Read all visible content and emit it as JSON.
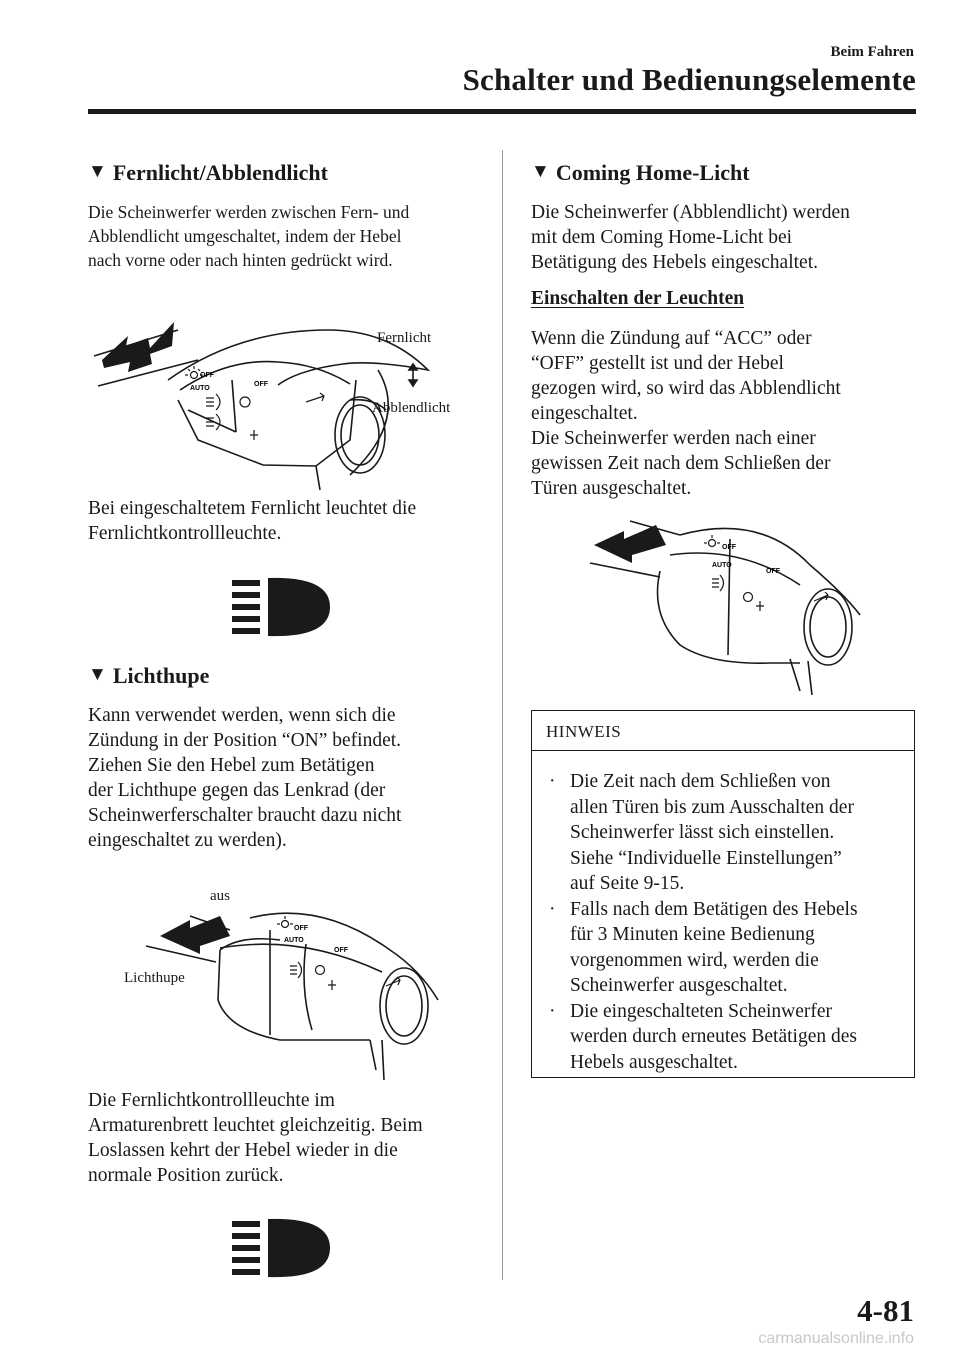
{
  "header": {
    "section": "Beim Fahren",
    "title": "Schalter und Bedienungselemente"
  },
  "left": {
    "s1_title": "Fernlicht/Abblendlicht",
    "s1_lines": [
      "Die Scheinwerfer werden zwischen Fern- und",
      "Abblendlicht umgeschaltet, indem der Hebel",
      "nach vorne oder nach hinten gedrückt wird."
    ],
    "fig1_label_top": "Fernlicht",
    "fig1_label_bottom": "Abblendlicht",
    "s1_after_lines": [
      "Bei eingeschaltetem Fernlicht leuchtet die",
      "Fernlichtkontrollleuchte."
    ],
    "s2_title": "Lichthupe",
    "s2_lines": [
      "Kann verwendet werden, wenn sich die",
      "Zündung in der Position “ON” befindet.",
      "Ziehen Sie den Hebel zum Betätigen",
      "der Lichthupe gegen das Lenkrad (der",
      "Scheinwerferschalter braucht dazu nicht",
      "eingeschaltet zu werden)."
    ],
    "fig2_label_aus": "aus",
    "fig2_label_lichthupe": "Lichthupe",
    "s2_after_lines": [
      "Die Fernlichtkontrollleuchte im",
      "Armaturenbrett leuchtet gleichzeitig. Beim",
      "Loslassen kehrt der Hebel wieder in die",
      "normale Position zurück."
    ]
  },
  "right": {
    "s3_title": "Coming Home-Licht",
    "s3_lines": [
      "Die Scheinwerfer (Abblendlicht) werden",
      "mit dem Coming Home-Licht bei",
      "Betätigung des Hebels eingeschaltet."
    ],
    "sub_title": "Einschalten der Leuchten",
    "sub_lines": [
      "Wenn die Zündung auf “ACC” oder",
      "“OFF” gestellt ist und der Hebel",
      "gezogen wird, so wird das Abblendlicht",
      "eingeschaltet.",
      "Die Scheinwerfer werden nach einer",
      "gewissen Zeit nach dem Schließen der",
      "Türen ausgeschaltet."
    ],
    "note": {
      "title": "HINWEIS",
      "bullet": "·",
      "items": [
        [
          "Die Zeit nach dem Schließen von",
          "allen Türen bis zum Ausschalten der",
          "Scheinwerfer lässt sich einstellen.",
          "Siehe “Individuelle Einstellungen”",
          "auf Seite 9-15."
        ],
        [
          "Falls nach dem Betätigen des Hebels",
          "für 3 Minuten keine Bedienung",
          "vorgenommen wird, werden die",
          "Scheinwerfer ausgeschaltet."
        ],
        [
          "Die eingeschalteten Scheinwerfer",
          "werden durch erneutes Betätigen des",
          "Hebels ausgeschaltet."
        ]
      ]
    }
  },
  "lever_markings": {
    "off": "OFF",
    "auto": "AUTO"
  },
  "footer": {
    "page_number": "4-81",
    "watermark": "carmanualsonline.info"
  }
}
